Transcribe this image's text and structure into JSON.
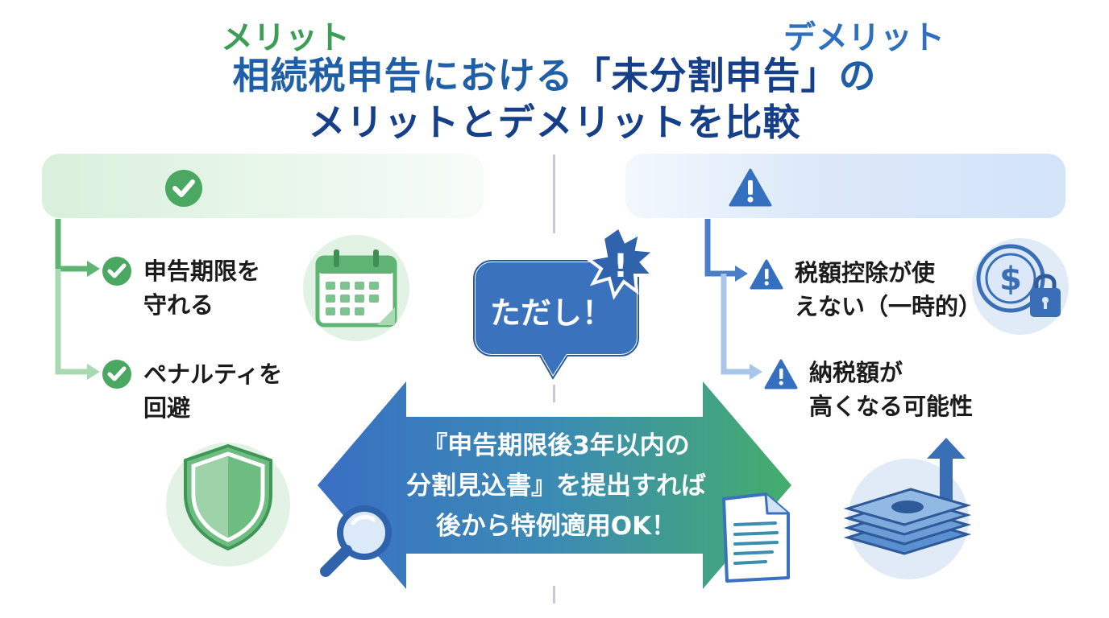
{
  "title": {
    "line1_prefix": "相続税申告における",
    "line1_accent": "「未分割申告」",
    "line1_suffix": "の",
    "line2": "メリットとデメリットを比較"
  },
  "merit": {
    "label": "メリット",
    "items": [
      {
        "line1": "申告期限を",
        "line2": "守れる"
      },
      {
        "line1": "ペナルティを",
        "line2": "回避"
      }
    ]
  },
  "demerit": {
    "label": "デメリット",
    "items": [
      {
        "line1": "税額控除が使",
        "line2": "えない（一時的）"
      },
      {
        "line1": "納税額が",
        "line2": "高くなる可能性"
      }
    ]
  },
  "callout": {
    "label": "ただし！",
    "exclaim": "!"
  },
  "arrow": {
    "line1": "『申告期限後3年以内の",
    "line2": "分割見込書』を提出すれば",
    "line3": "後から特例適用OK！"
  },
  "icons": {
    "merit": "check-circle-icon",
    "demerit": "warning-triangle-icon",
    "calendar": "calendar-icon",
    "shield": "shield-icon",
    "dollar_lock": "dollar-lock-icon",
    "money_up": "money-stack-up-icon",
    "search": "magnifier-icon",
    "document": "document-icon"
  },
  "colors": {
    "merit_green": "#4aa863",
    "demerit_blue": "#3570c0",
    "title_blue": "#1f5fa8",
    "callout_blue": "#3a72bd"
  }
}
